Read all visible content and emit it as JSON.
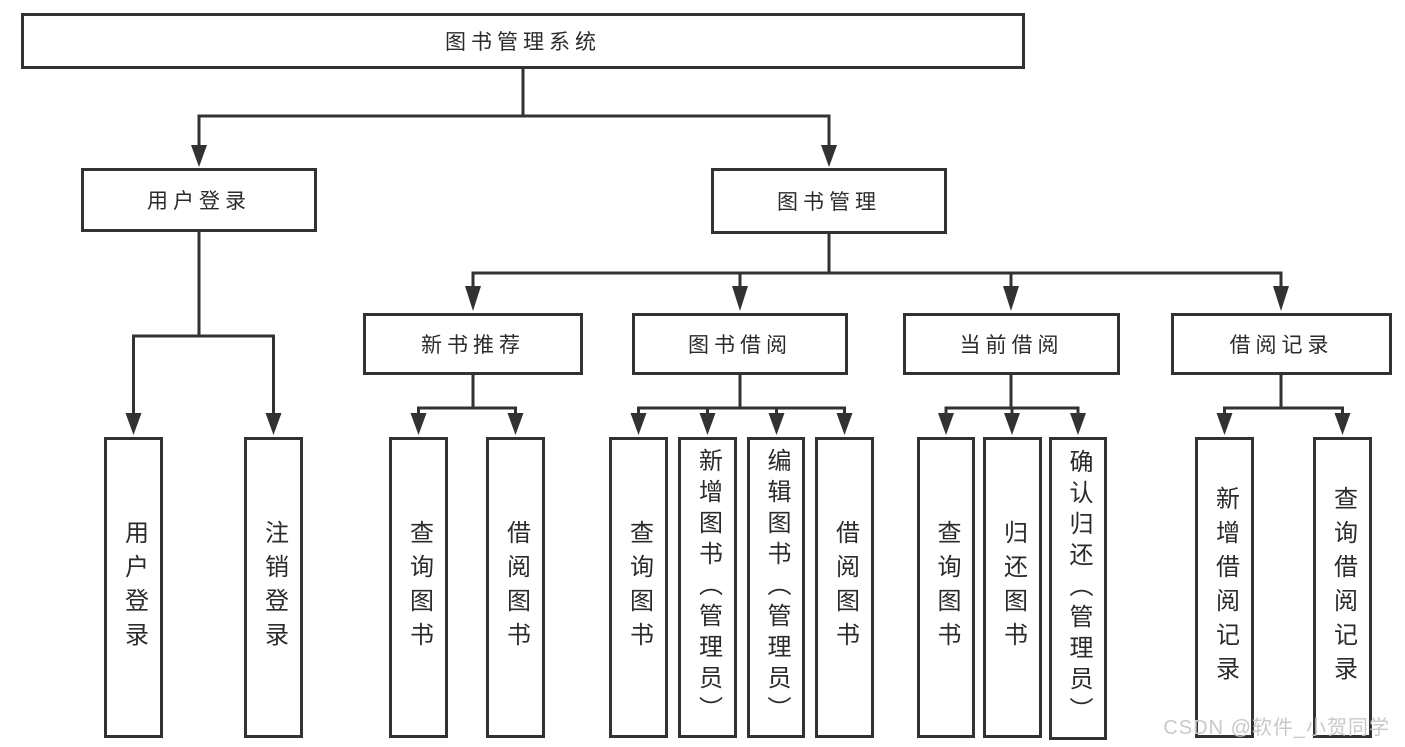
{
  "diagram": {
    "root": {
      "label": "图书管理系统"
    },
    "level2": {
      "user_login": {
        "label": "用户登录"
      },
      "book_mgmt": {
        "label": "图书管理"
      }
    },
    "level3": {
      "new_book": {
        "label": "新书推荐"
      },
      "book_borrow": {
        "label": "图书借阅"
      },
      "current_borrow": {
        "label": "当前借阅"
      },
      "borrow_record": {
        "label": "借阅记录"
      }
    },
    "leaves": {
      "user_login_leaf": {
        "label": "用户登录"
      },
      "logout_leaf": {
        "label": "注销登录"
      },
      "nb_query_books": {
        "label": "查询图书"
      },
      "nb_borrow_books": {
        "label": "借阅图书"
      },
      "bb_query_books": {
        "label": "查询图书"
      },
      "bb_add_books": {
        "label": "新增图书（管理员）"
      },
      "bb_edit_books": {
        "label": "编辑图书（管理员）"
      },
      "bb_borrow_books": {
        "label": "借阅图书"
      },
      "cb_query_books": {
        "label": "查询图书"
      },
      "cb_return_books": {
        "label": "归还图书"
      },
      "cb_confirm_return": {
        "label": "确认归还（管理员）"
      },
      "br_add_record": {
        "label": "新增借阅记录"
      },
      "br_query_record": {
        "label": "查询借阅记录"
      }
    }
  },
  "watermark": {
    "text": "CSDN @软件_小贺同学"
  },
  "colors": {
    "line": "#323232",
    "border": "#323232",
    "text": "#2b2b2b",
    "watermark": "#c9c9c9",
    "background": "#ffffff"
  }
}
